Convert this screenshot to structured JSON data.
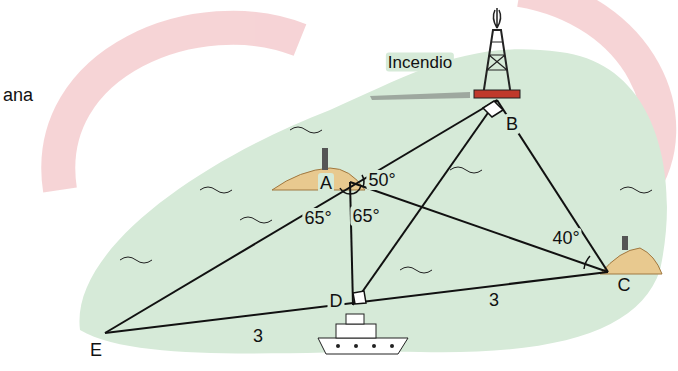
{
  "diagram": {
    "labels": [
      "Incendio",
      "B",
      "A",
      "50°",
      "65°",
      "65°",
      "40°",
      "D",
      "C",
      "3",
      "3",
      "E",
      "ana"
    ]
  }
}
